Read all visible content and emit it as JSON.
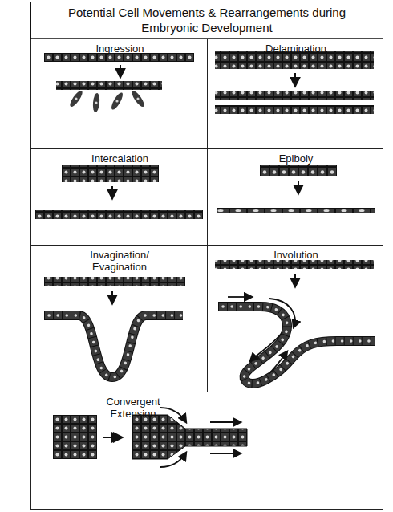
{
  "diagram": {
    "title": "Potential Cell Movements & Rearrangements during Embryonic Development",
    "nodes": [
      {
        "text": [
          "Ingression"
        ]
      },
      {
        "text": [
          "Delamination"
        ]
      },
      {
        "text": [
          "Intercalation"
        ]
      },
      {
        "text": [
          "Epiboly"
        ]
      },
      {
        "text": [
          "Invagination/ Evagination"
        ]
      },
      {
        "text": [
          "Involution"
        ]
      },
      {
        "text": [
          "Convergent Extension"
        ]
      }
    ]
  }
}
